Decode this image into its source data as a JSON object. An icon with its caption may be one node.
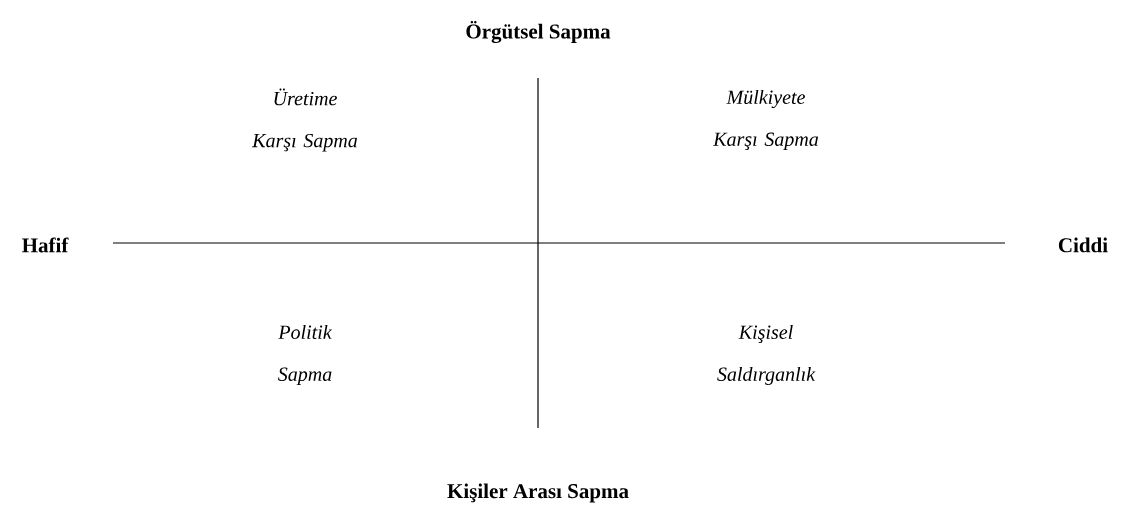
{
  "diagram": {
    "labels": [
      "Örgütsel Sapma",
      "Üretime Karşı Sapma",
      "Mülkiyete Karşı Sapma",
      "Hafif",
      "Ciddi",
      "Politik Sapma",
      "Kişisel Saldırganlık",
      "Kişiler Arası Sapma"
    ]
  }
}
